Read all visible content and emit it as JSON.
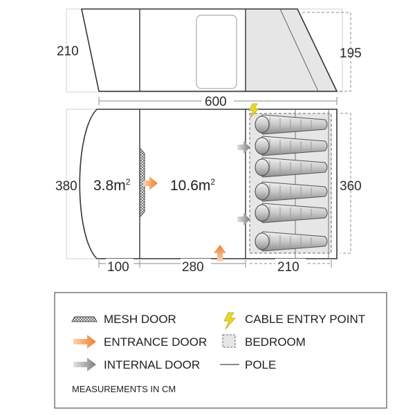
{
  "side_view": {
    "height_left": "210",
    "height_right": "195",
    "length": "600"
  },
  "floor_plan": {
    "width_left": "380",
    "width_right": "360",
    "area_porch": "3.8m",
    "area_living": "10.6m",
    "area_superscript": "2",
    "segment_1": "100",
    "segment_2": "280",
    "segment_3": "210"
  },
  "legend": {
    "items": [
      {
        "label": "MESH DOOR",
        "icon": "mesh-door-icon"
      },
      {
        "label": "CABLE ENTRY POINT",
        "icon": "lightning-icon"
      },
      {
        "label": "ENTRANCE DOOR",
        "icon": "orange-arrow-icon"
      },
      {
        "label": "BEDROOM",
        "icon": "dashed-square-icon"
      },
      {
        "label": "INTERNAL DOOR",
        "icon": "grey-arrow-icon"
      },
      {
        "label": "POLE",
        "icon": "line-icon"
      }
    ],
    "note": "MEASUREMENTS IN CM"
  },
  "colors": {
    "outline": "#333333",
    "bedroom_fill": "#e6e6e6",
    "entrance_arrow": "#f07d2e",
    "internal_arrow": "#8a8a8a",
    "cable_icon": "#e8d82a"
  }
}
